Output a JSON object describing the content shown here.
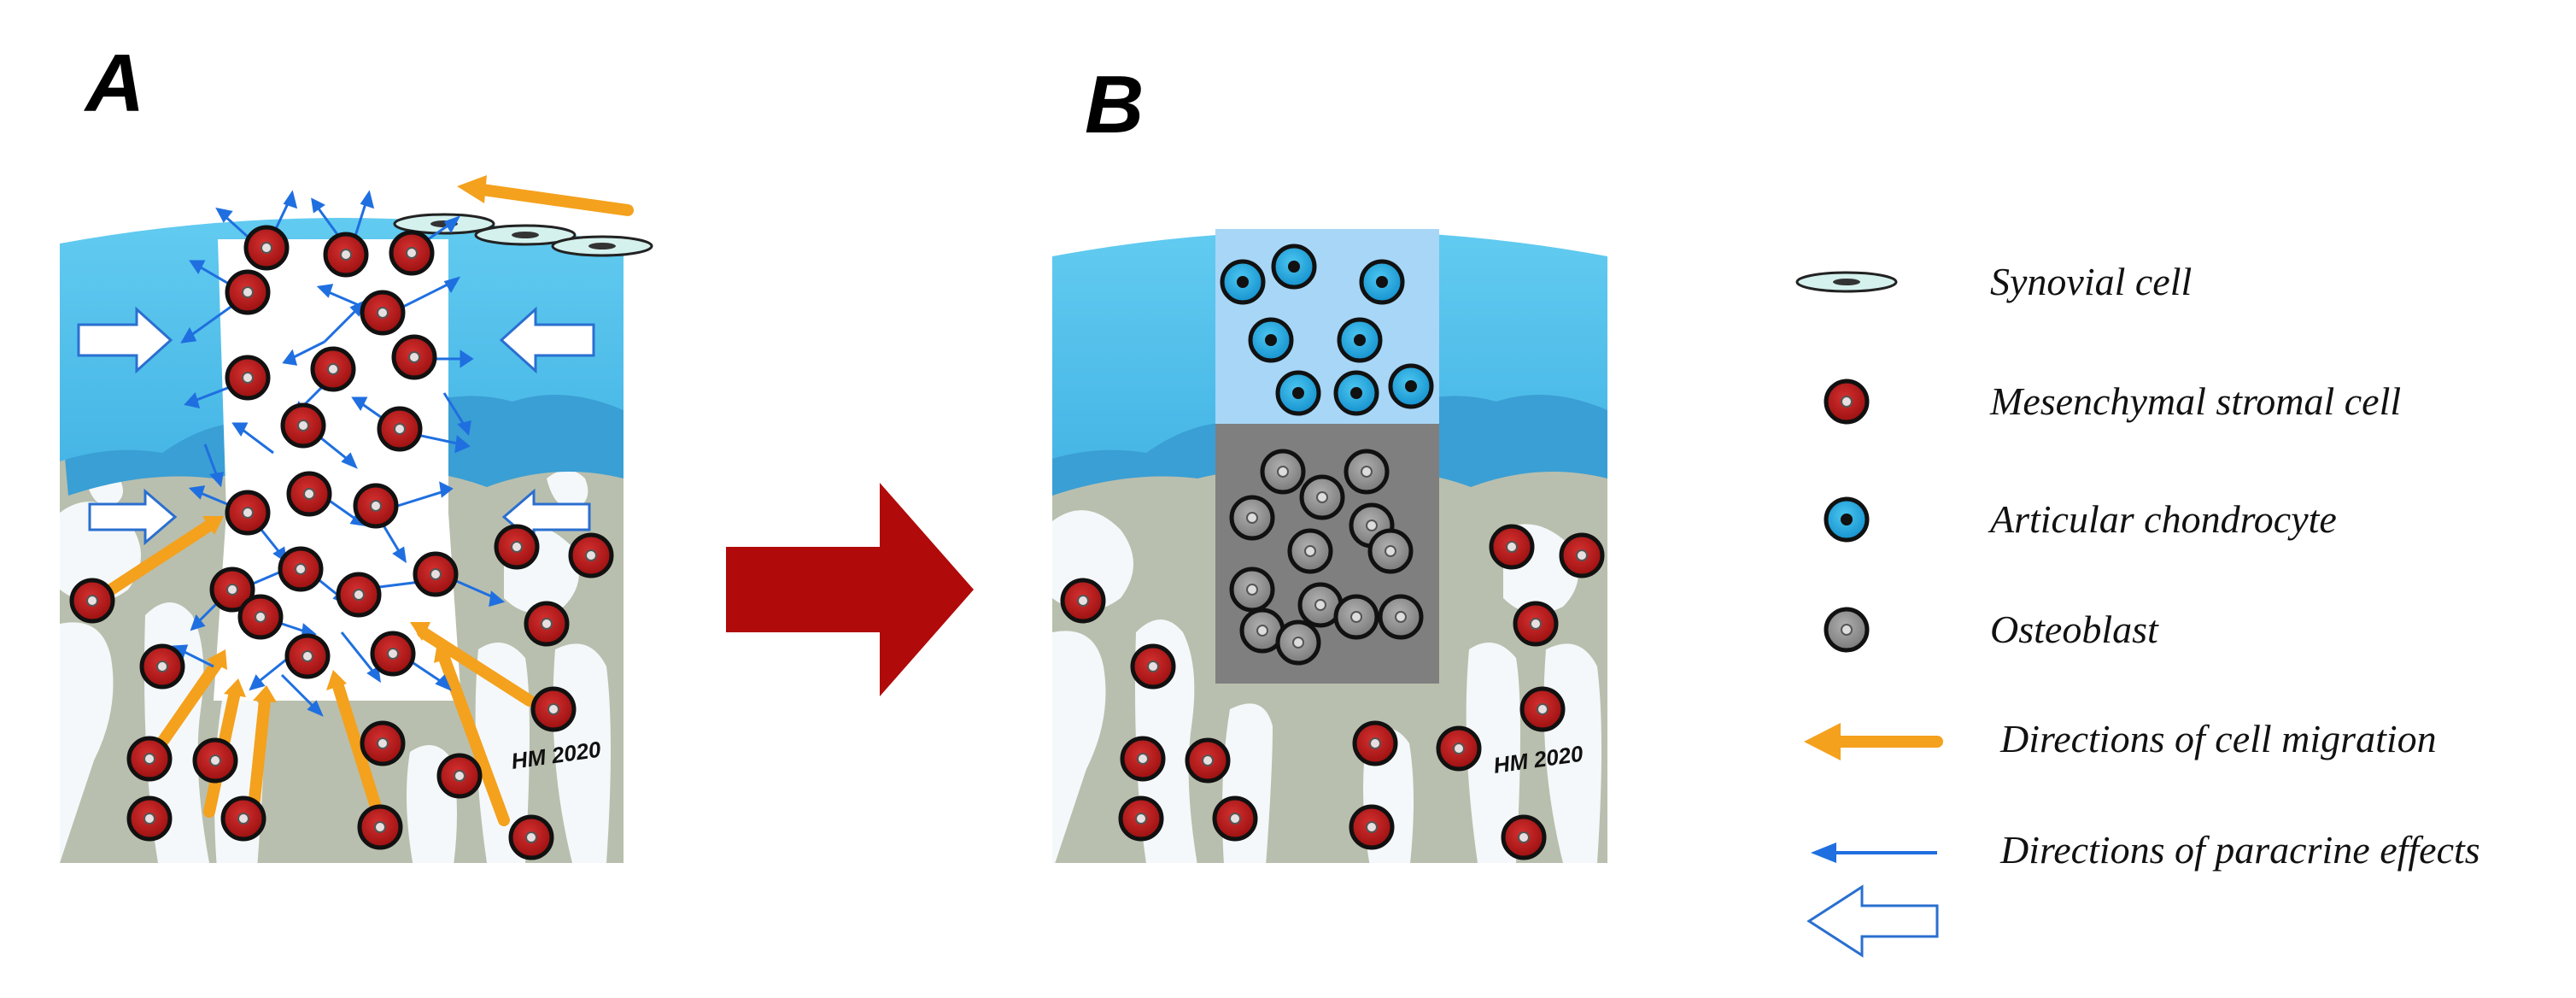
{
  "panels": {
    "a_label": "A",
    "b_label": "B",
    "signature_a": "HM 2020",
    "signature_b": "HM 2020"
  },
  "legend": {
    "synovial_cell": "Synovial cell",
    "msc": "Mesenchymal stromal cell",
    "chondrocyte": "Articular chondrocyte",
    "osteoblast": "Osteoblast",
    "migration": "Directions of cell migration",
    "paracrine": "Directions of paracrine effects"
  },
  "colors": {
    "cartilage": "#5bc4ec",
    "cartilage_deep": "#3a9fd4",
    "bone": "#b8bfae",
    "msc_fill": "#b01818",
    "chondrocyte_fill": "#1ba9e0",
    "osteoblast_fill": "#8f8f8f",
    "migration_arrow": "#f4a11d",
    "paracrine_arrow": "#1f6fe0",
    "transition_arrow": "#b00a0a"
  }
}
